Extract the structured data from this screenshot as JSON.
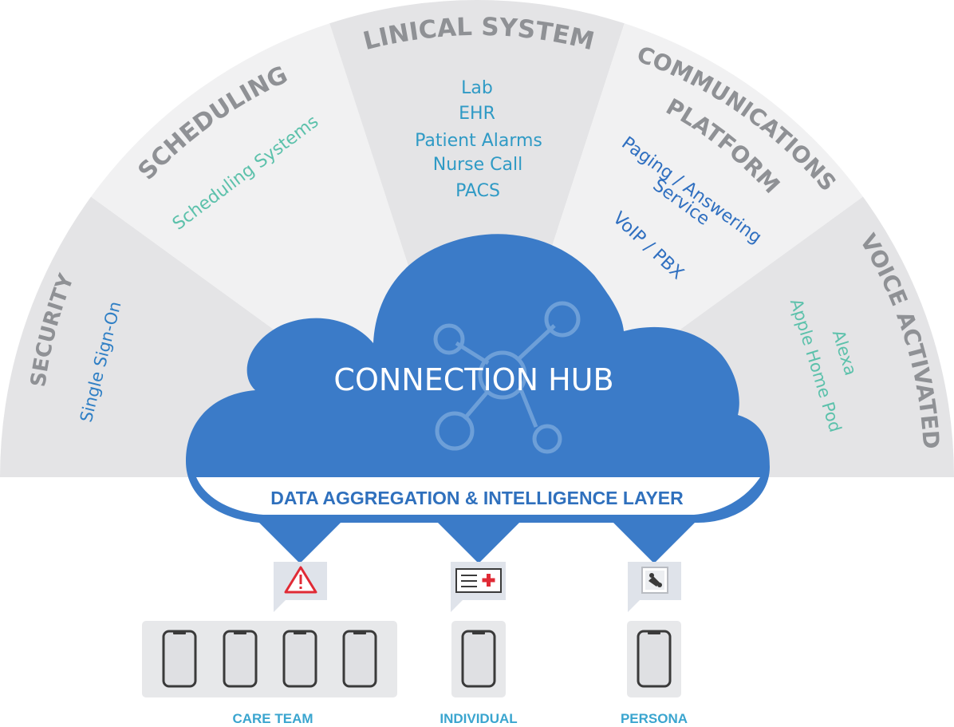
{
  "segments": {
    "security": {
      "title": "SECURITY",
      "items": [
        "Single Sign-On"
      ]
    },
    "scheduling": {
      "title": "SCHEDULING",
      "items": [
        "Scheduling Systems"
      ]
    },
    "clinical": {
      "title": "CLINICAL SYSTEMS",
      "items": [
        "Lab",
        "EHR",
        "Patient Alarms",
        "Nurse Call",
        "PACS"
      ]
    },
    "communications": {
      "title_line1": "COMMUNICATIONS",
      "title_line2": "PLATFORM",
      "items": [
        "Paging / Answering",
        "Service",
        "VoIP / PBX"
      ]
    },
    "voice": {
      "title": "VOICE ACTIVATED",
      "items": [
        "Alexa",
        "Apple Home Pod"
      ]
    }
  },
  "hub": {
    "title": "CONNECTION HUB",
    "layer": "DATA AGGREGATION & INTELLIGENCE LAYER"
  },
  "outputs": [
    {
      "caption": "CARE TEAM",
      "icon": "warning-triangle-icon"
    },
    {
      "caption": "INDIVIDUAL",
      "icon": "medical-id-card-icon"
    },
    {
      "caption": "PERSONA",
      "icon": "persona-tile-icon"
    }
  ],
  "colors": {
    "segment_light": "#f1f1f2",
    "segment_dark": "#e4e4e6",
    "cloud": "#3b7bc8",
    "teal_text": "#5cc1ab",
    "blue_text": "#2f7fc5",
    "heading_gray": "#8f9195",
    "device_panel": "#e7e8ea",
    "warning_red": "#e02a35"
  }
}
